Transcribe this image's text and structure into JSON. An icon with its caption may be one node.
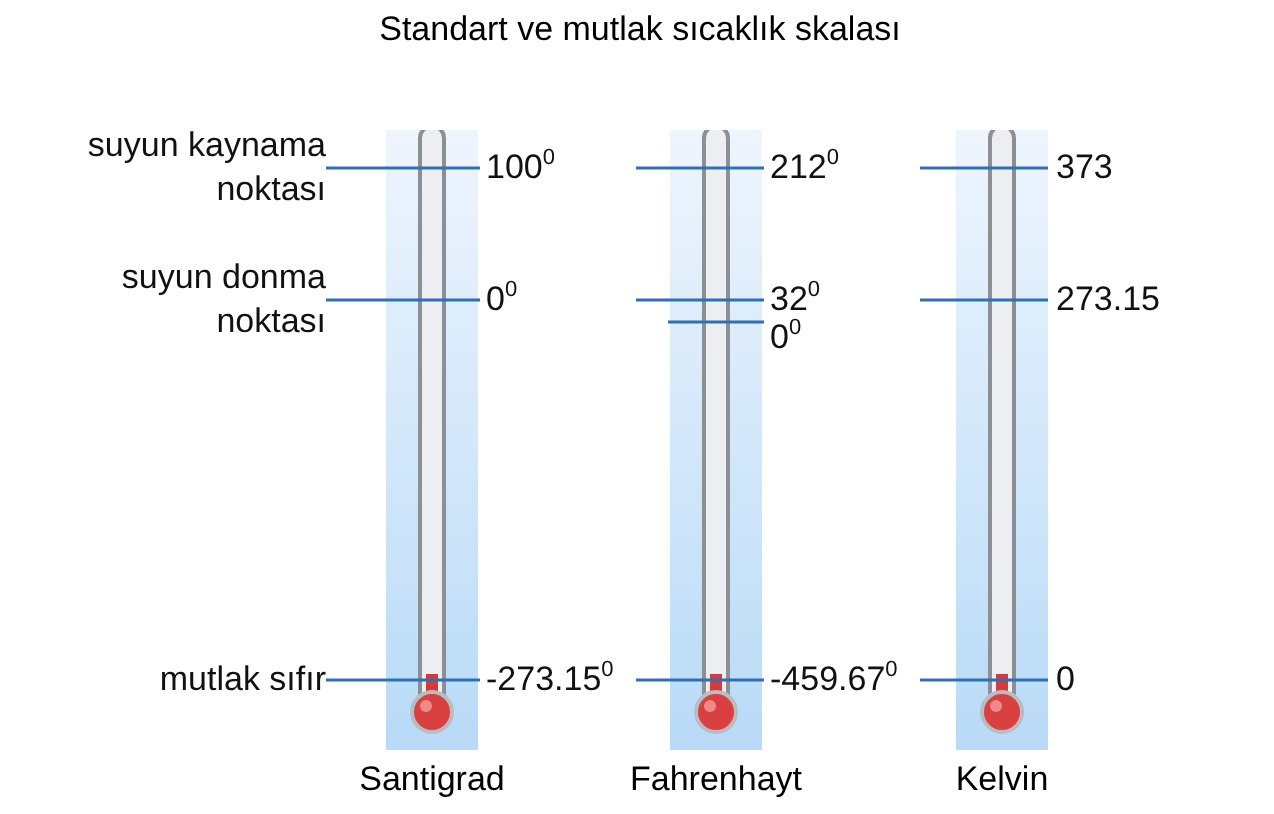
{
  "diagram": {
    "title": "Standart ve mutlak sıcaklık skalası",
    "nodes": [
      {
        "text": [
          "Santigrad"
        ],
        "beside": [
          "100$^{0}$",
          "0$^{0}$",
          "-273.15$^{0}$"
        ]
      },
      {
        "text": [
          "Fahrenhayt"
        ],
        "beside": [
          "212$^{0}$",
          "32$^{0}$",
          "0$^{0}$",
          "-459.67$^{0}$"
        ]
      },
      {
        "text": [
          "Kelvin"
        ],
        "beside": [
          "373",
          "273.15",
          "0"
        ]
      },
      {
        "text": [
          "suyun kaynama noktası"
        ]
      },
      {
        "text": [
          "suyun donma noktası"
        ]
      },
      {
        "text": [
          "mutlak sıfır"
        ]
      }
    ],
    "edges": [
      {
        "from": 3,
        "to": 0,
        "arrow": "none"
      },
      {
        "from": 4,
        "to": 0,
        "arrow": "none"
      },
      {
        "from": 5,
        "to": 0,
        "arrow": "none"
      }
    ]
  }
}
